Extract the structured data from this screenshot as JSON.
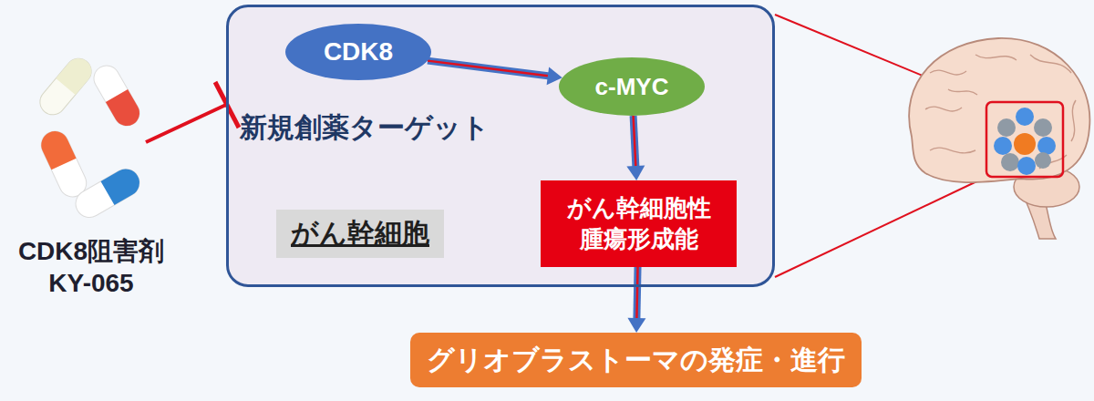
{
  "diagram": {
    "nodes": [
      {
        "text": [
          "新規創薬ターゲット",
          "がん幹細胞"
        ]
      },
      {
        "text": [
          "CDK8"
        ],
        "in": 0
      },
      {
        "text": [
          "c-MYC"
        ],
        "in": 0
      },
      {
        "text": [
          "がん幹細胞性 腫瘍形成能"
        ],
        "in": 0
      },
      {
        "text": [
          "グリオブラストーマの発症・進行"
        ]
      }
    ],
    "edges": [
      {
        "from": 1,
        "to": 2,
        "arrow": "to"
      },
      {
        "from": 2,
        "to": 3,
        "arrow": "to"
      },
      {
        "from": 3,
        "to": 4,
        "arrow": "to"
      }
    ],
    "labels": [
      "CDK8阻害剤 KY-065"
    ]
  }
}
